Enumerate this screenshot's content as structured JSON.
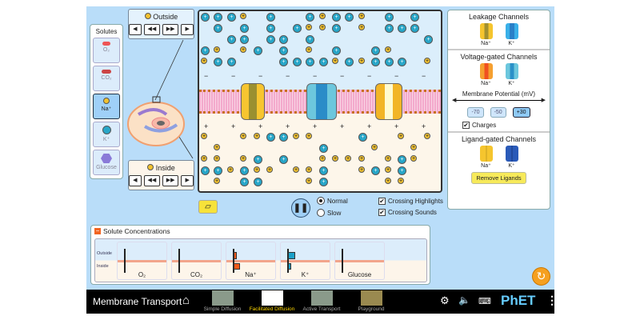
{
  "solutes": {
    "title": "Solutes",
    "items": [
      {
        "label": "O₂"
      },
      {
        "label": "CO₂"
      },
      {
        "label": "Na⁺",
        "selected": true
      },
      {
        "label": "K⁺"
      },
      {
        "label": "Glucose"
      }
    ]
  },
  "outside": {
    "label": "Outside"
  },
  "inside": {
    "label": "Inside"
  },
  "speed": {
    "normal": "Normal",
    "slow": "Slow",
    "selected": "Normal"
  },
  "checks": {
    "highlights": "Crossing Highlights",
    "sounds": "Crossing Sounds"
  },
  "right": {
    "leakage": {
      "title": "Leakage Channels",
      "na": "Na⁺",
      "k": "K⁺"
    },
    "voltage": {
      "title": "Voltage-gated Channels",
      "na": "Na⁺",
      "k": "K⁺",
      "potential_label": "Membrane Potential (mV)",
      "options": [
        "-70",
        "-50",
        "+30"
      ],
      "selected": "+30",
      "charges": "Charges"
    },
    "ligand": {
      "title": "Ligand-gated Channels",
      "na": "Na⁺",
      "k": "K⁺",
      "remove": "Remove Ligands"
    }
  },
  "concentrations": {
    "title": "Solute Concentrations",
    "outside": "Outside",
    "inside": "Inside",
    "items": [
      {
        "label": "O₂"
      },
      {
        "label": "CO₂"
      },
      {
        "label": "Na⁺"
      },
      {
        "label": "K⁺"
      },
      {
        "label": "Glucose"
      }
    ]
  },
  "nav": {
    "title": "Membrane Transport",
    "screens": [
      "Simple Diffusion",
      "Facilitated Diffusion",
      "Active Transport",
      "Playground"
    ],
    "active": "Facilitated Diffusion",
    "brand": "PhET"
  },
  "colors": {
    "accent": "#f26522",
    "na": "#f2c230",
    "k": "#27a6c8",
    "selected_tab": "#ffd800"
  }
}
